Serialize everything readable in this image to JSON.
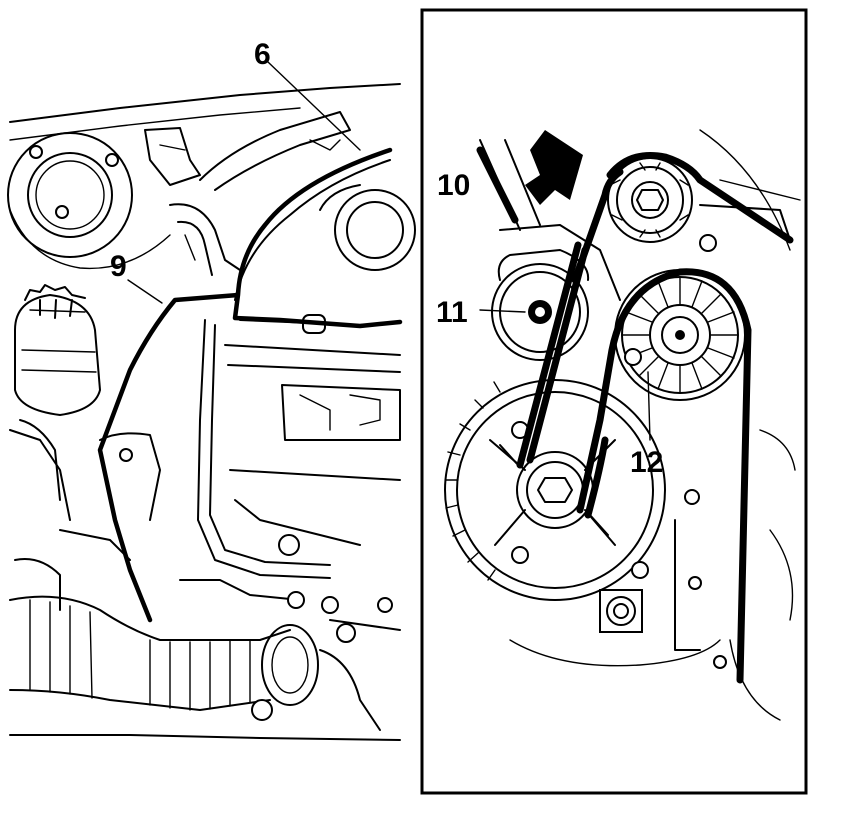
{
  "callouts": {
    "c6": "6",
    "c9": "9",
    "c10": "10",
    "c11": "11",
    "c12": "12"
  },
  "colors": {
    "ink": "#000000",
    "paper": "#ffffff"
  }
}
